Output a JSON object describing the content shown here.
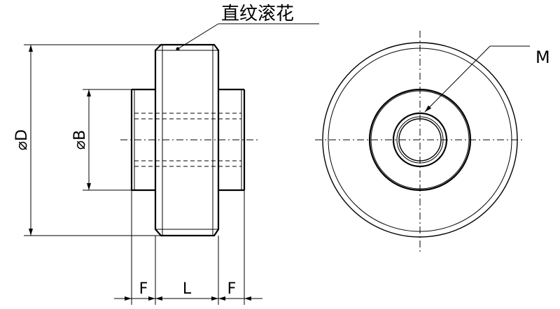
{
  "callout_title": "直纹滚花",
  "callout_m": "M",
  "dim_d": "⌀D",
  "dim_b": "⌀B",
  "dim_f_left": "F",
  "dim_l": "L",
  "dim_f_right": "F"
}
